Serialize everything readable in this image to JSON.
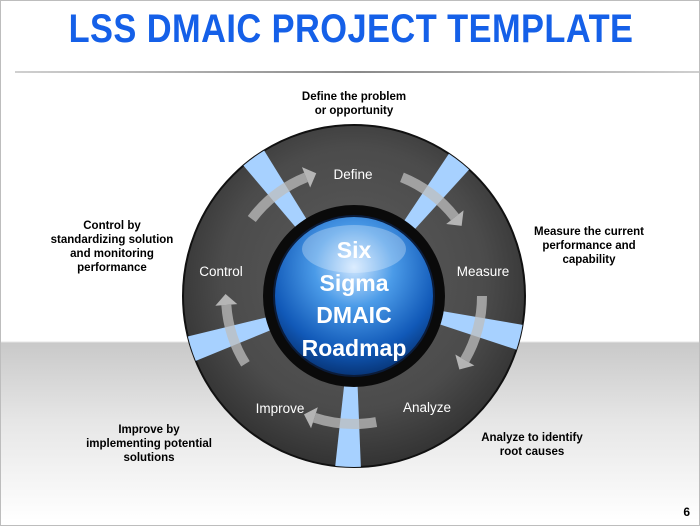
{
  "title": "LSS DMAIC PROJECT TEMPLATE",
  "hub": {
    "lines": [
      "Six",
      "Sigma",
      "DMAIC",
      "Roadmap"
    ]
  },
  "stages": [
    {
      "label": "Define"
    },
    {
      "label": "Measure"
    },
    {
      "label": "Analyze"
    },
    {
      "label": "Improve"
    },
    {
      "label": "Control"
    }
  ],
  "descriptions": {
    "define": "Define the problem\nor opportunity",
    "measure": "Measure the current\nperformance and\ncapability",
    "analyze": "Analyze to identify\nroot causes",
    "improve": "Improve by\nimplementing potential\nsolutions",
    "control": "Control by\nstandardizing solution\nand monitoring\nperformance"
  },
  "page_number": "6",
  "colors": {
    "title": "#1560e8",
    "ring": "#4a4a4a",
    "divider": "#a7d1ff",
    "hub_blue": "#1e78d8"
  }
}
